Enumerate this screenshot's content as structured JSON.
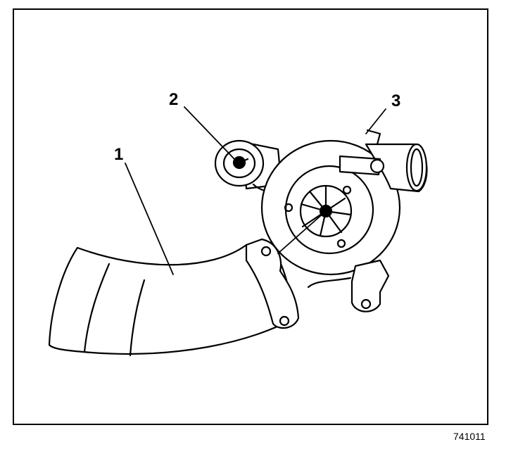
{
  "callouts": [
    {
      "label": "1"
    },
    {
      "label": "2"
    },
    {
      "label": "3"
    }
  ],
  "figure_id": "741011",
  "colors": {
    "ink": "#000000",
    "paper": "#ffffff"
  }
}
